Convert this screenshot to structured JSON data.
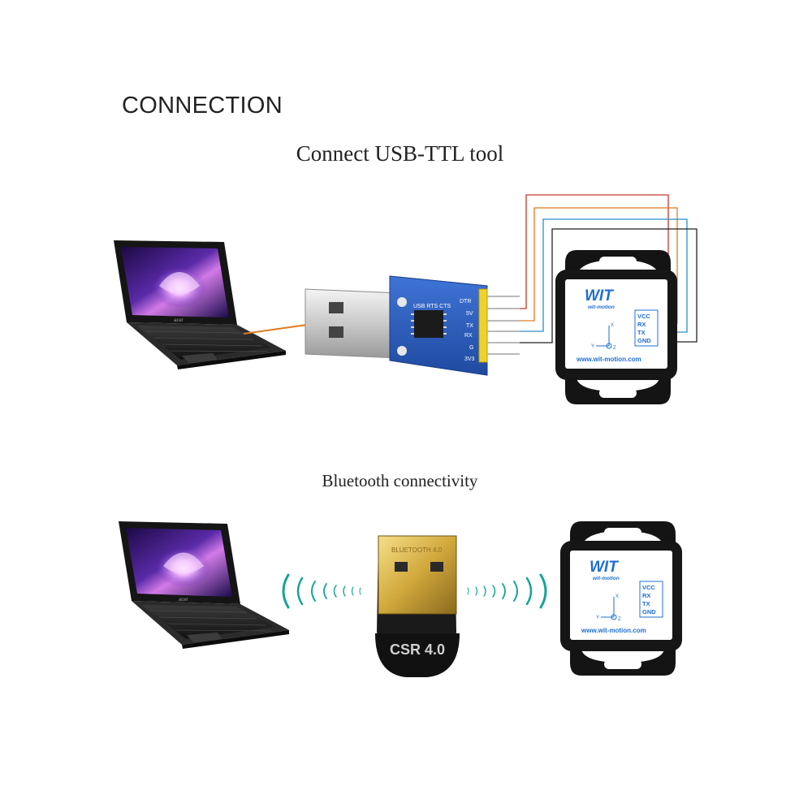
{
  "heading": "CONNECTION",
  "usb_section": {
    "title": "Connect USB-TTL tool",
    "board_header_labels": "USB RTS CTS",
    "pin_labels": [
      "DTR",
      "5V",
      "TX",
      "RX",
      "G",
      "3V3"
    ]
  },
  "bluetooth_section": {
    "title": "Bluetooth connectivity",
    "dongle_label": "CSR 4.0",
    "dongle_top_text": "BLUETOOTH 4.0"
  },
  "sensor": {
    "logo": "WIT",
    "brand": "wit-motion",
    "pins": [
      "VCC",
      "RX",
      "TX",
      "GND"
    ],
    "website": "www.wit-motion.com",
    "axis_x": "X",
    "axis_y": "Y",
    "axis_z": "Z"
  },
  "laptop": {
    "brand": "acer"
  },
  "colors": {
    "wire_vcc": "#c0392b",
    "wire_rx": "#e07b22",
    "wire_tx": "#2a8fc4",
    "wire_gnd": "#222222",
    "signal_waves": "#17a398",
    "usb_cable": "#e07b22"
  }
}
